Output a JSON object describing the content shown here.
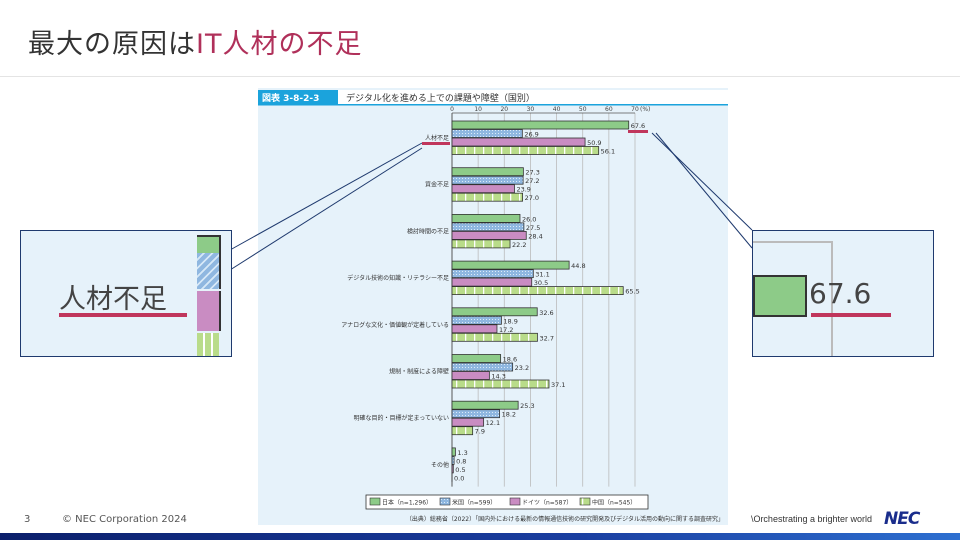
{
  "slide": {
    "title_prefix": "最大の原因は",
    "title_accent": "IT人材の不足",
    "page_number": "3",
    "copyright": "© NEC Corporation 2024",
    "tagline": "\\Orchestrating a brighter world",
    "logo": "NEC"
  },
  "callouts": {
    "left_label": "人材不足",
    "right_value": "67.6"
  },
  "colors": {
    "japan": "#8dcb88",
    "us": "#8fb7e0",
    "germany": "#c98cc2",
    "china": "#b9dc8a",
    "accent": "#c0365c"
  },
  "chart_data": {
    "type": "bar",
    "orientation": "horizontal",
    "figure_id": "図表 3-8-2-3",
    "title": "デジタル化を進める上での課題や障壁（国別）",
    "xlabel": "(%)",
    "xlim": [
      0,
      70
    ],
    "xticks": [
      0,
      10,
      20,
      30,
      40,
      50,
      60,
      70
    ],
    "categories": [
      "人材不足",
      "資金不足",
      "検討時間の不足",
      "デジタル技術の知識・リテラシー不足",
      "アナログな文化・価値観が定着している",
      "規制・制度による障壁",
      "明確な目的・目標が定まっていない",
      "その他"
    ],
    "series": [
      {
        "name": "日本（n=1,296）",
        "values": [
          67.6,
          27.3,
          26.0,
          44.8,
          32.6,
          18.6,
          25.3,
          1.3
        ]
      },
      {
        "name": "米国（n=599）",
        "values": [
          26.9,
          27.2,
          27.5,
          31.1,
          18.9,
          23.2,
          18.2,
          0.8
        ]
      },
      {
        "name": "ドイツ（n=587）",
        "values": [
          50.9,
          23.9,
          28.4,
          30.5,
          17.2,
          14.3,
          12.1,
          0.5
        ]
      },
      {
        "name": "中国（n=545）",
        "values": [
          56.1,
          27.0,
          22.2,
          65.5,
          32.7,
          37.1,
          7.9,
          0.0
        ]
      }
    ],
    "legend_position": "bottom",
    "source": "（出典）総務省（2022）「国内外における最新の情報通信技術の研究開発及びデジタル活用の動向に関する調査研究」"
  }
}
